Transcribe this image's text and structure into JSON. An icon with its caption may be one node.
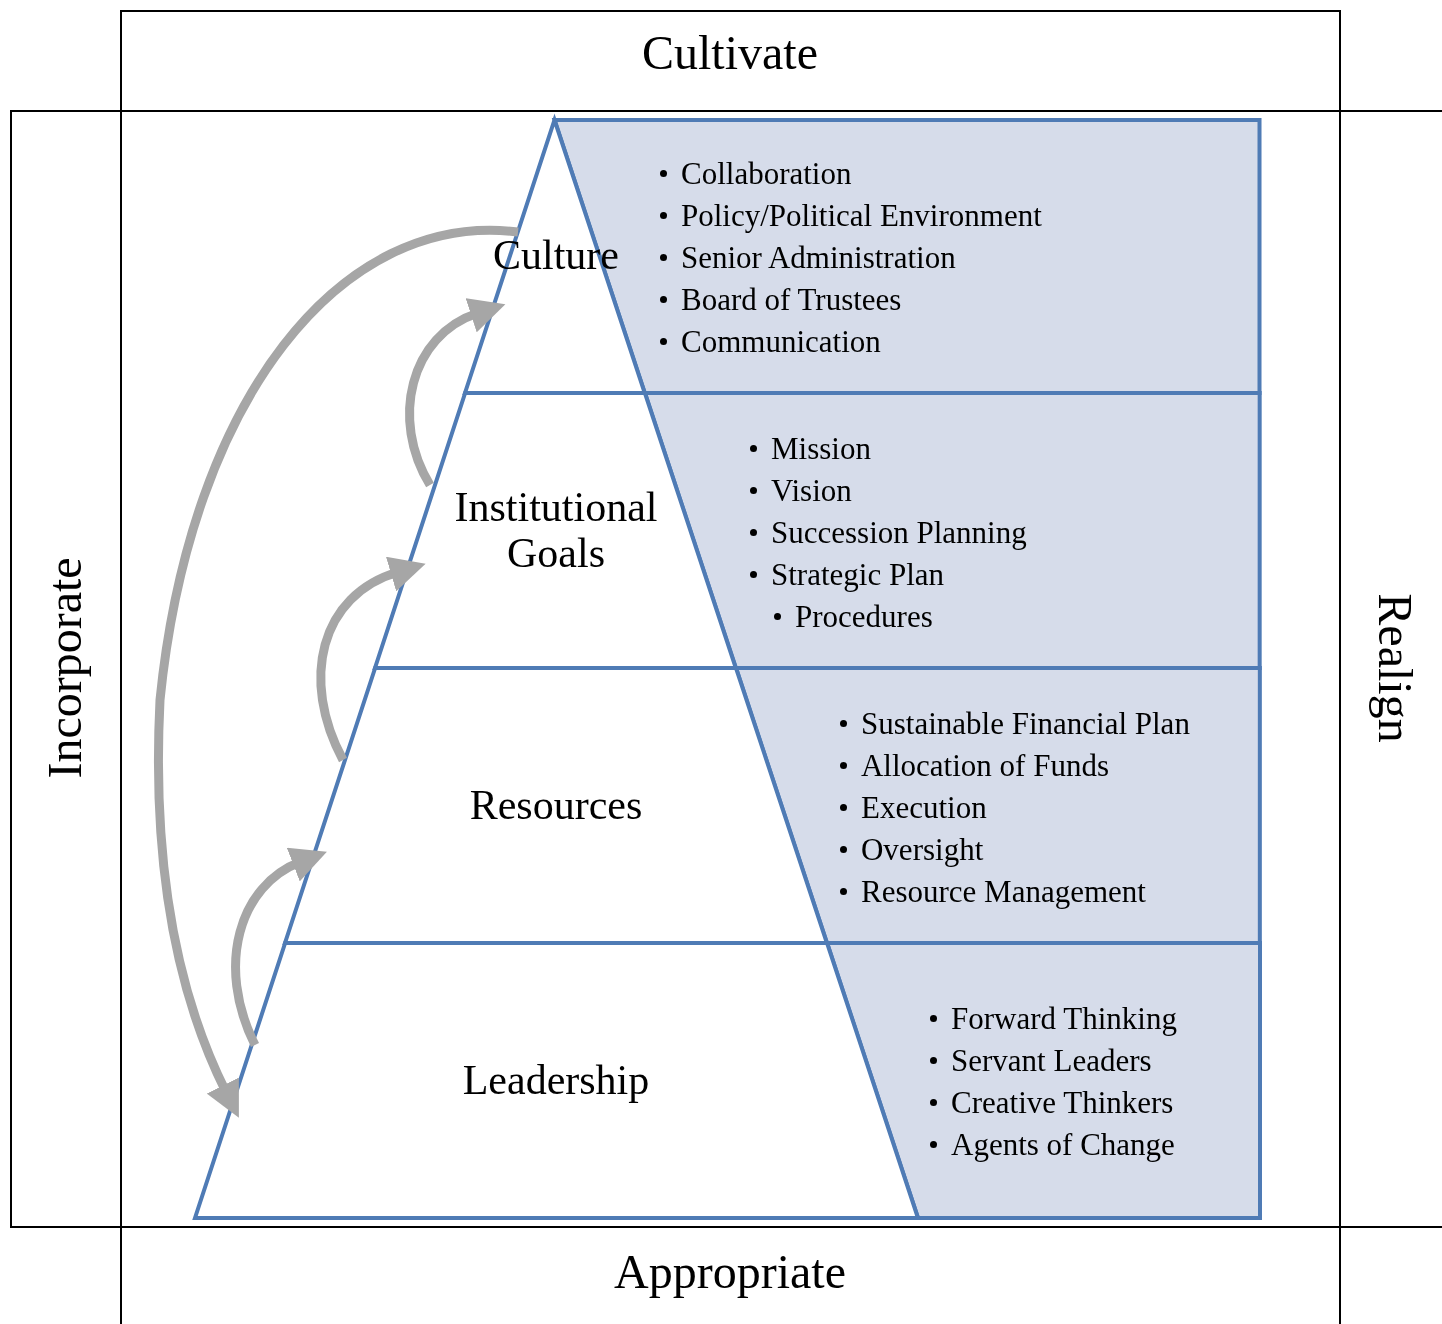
{
  "diagram": {
    "nodes": [
      {
        "text": [
          "Culture",
          "Collaboration",
          "Policy/Political Environment",
          "Senior Administration",
          "Board of Trustees",
          "Communication"
        ]
      },
      {
        "text": [
          "Institutional Goals",
          "Mission",
          "Vision",
          "Succession Planning",
          "Strategic Plan",
          "Procedures"
        ]
      },
      {
        "text": [
          "Resources",
          "Sustainable Financial Plan",
          "Allocation of Funds",
          "Execution",
          "Oversight",
          "Resource Management"
        ]
      },
      {
        "text": [
          "Leadership",
          "Forward Thinking",
          "Servant Leaders",
          "Creative Thinkers",
          "Agents of Change"
        ]
      }
    ],
    "edges": [
      {
        "from": 3,
        "to": 2,
        "arrow": "to"
      },
      {
        "from": 2,
        "to": 1,
        "arrow": "to"
      },
      {
        "from": 1,
        "to": 0,
        "arrow": "to"
      },
      {
        "from": 0,
        "to": 3,
        "arrow": "to"
      }
    ],
    "labels": [
      "Cultivate",
      "Incorporate",
      "Realign",
      "Appropriate"
    ]
  }
}
